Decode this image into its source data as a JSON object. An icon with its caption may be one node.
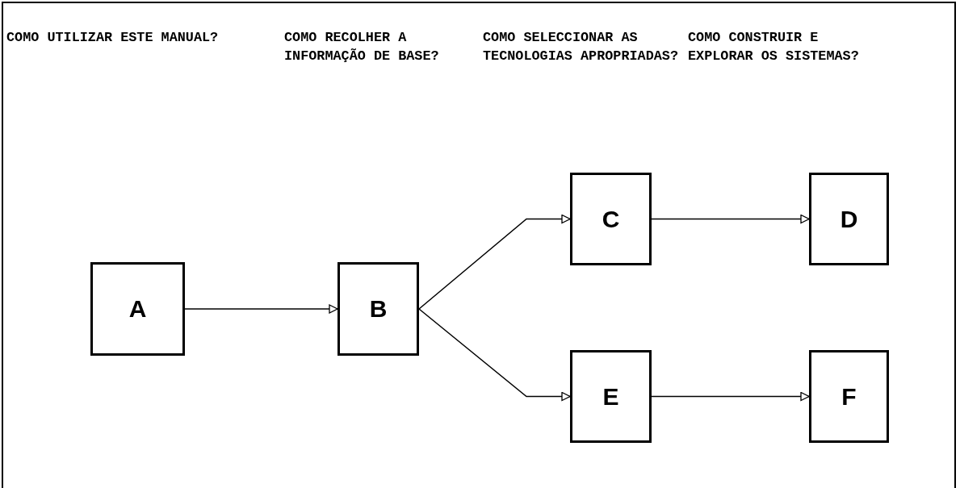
{
  "diagram": {
    "nodes": [
      {
        "text": [
          "A"
        ]
      },
      {
        "text": [
          "B"
        ]
      },
      {
        "text": [
          "C"
        ]
      },
      {
        "text": [
          "D"
        ]
      },
      {
        "text": [
          "E"
        ]
      },
      {
        "text": [
          "F"
        ]
      }
    ],
    "edges": [
      {
        "from": 0,
        "to": 1,
        "arrow": "to"
      },
      {
        "from": 1,
        "to": 2,
        "arrow": "to"
      },
      {
        "from": 2,
        "to": 3,
        "arrow": "to"
      },
      {
        "from": 1,
        "to": 4,
        "arrow": "to"
      },
      {
        "from": 4,
        "to": 5,
        "arrow": "to"
      }
    ],
    "labels": [
      "COMO UTILIZAR ESTE MANUAL?",
      "COMO RECOLHER A INFORMAÇÃO DE BASE?",
      "COMO SELECCIONAR AS TECNOLOGIAS APROPRIADAS?",
      "COMO CONSTRUIR E EXPLORAR OS SISTEMAS?"
    ]
  }
}
